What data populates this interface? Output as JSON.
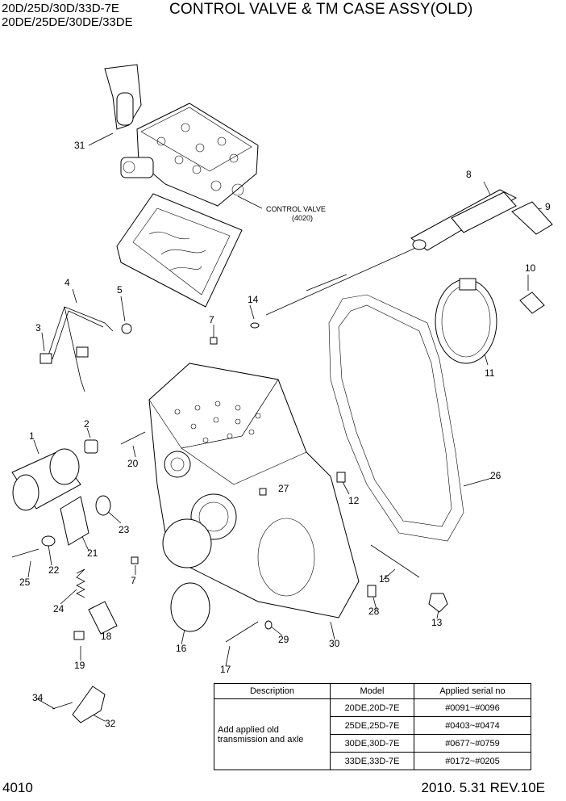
{
  "header": {
    "models_line1": "20D/25D/30D/33D-7E",
    "models_line2": "20DE/25DE/30DE/33DE",
    "title": "CONTROL VALVE & TM CASE ASSY(OLD)"
  },
  "diagram": {
    "control_valve_label": "CONTROL  VALVE",
    "control_valve_code": "(4020)",
    "callouts": [
      "1",
      "2",
      "3",
      "4",
      "5",
      "7",
      "7",
      "8",
      "9",
      "10",
      "11",
      "12",
      "13",
      "14",
      "15",
      "16",
      "17",
      "18",
      "19",
      "20",
      "21",
      "22",
      "23",
      "24",
      "25",
      "26",
      "27",
      "28",
      "29",
      "30",
      "31",
      "32",
      "34"
    ]
  },
  "table": {
    "headers": [
      "Description",
      "Model",
      "Applied serial no"
    ],
    "description": "Add applied old transmission and axle",
    "rows": [
      {
        "model": "20DE,20D-7E",
        "serial": "#0091~#0096"
      },
      {
        "model": "25DE,25D-7E",
        "serial": "#0403~#0474"
      },
      {
        "model": "30DE,30D-7E",
        "serial": "#0677~#0759"
      },
      {
        "model": "33DE,33D-7E",
        "serial": "#0172~#0205"
      }
    ]
  },
  "footer": {
    "page": "4010",
    "revision": "2010. 5.31 REV.10E"
  }
}
